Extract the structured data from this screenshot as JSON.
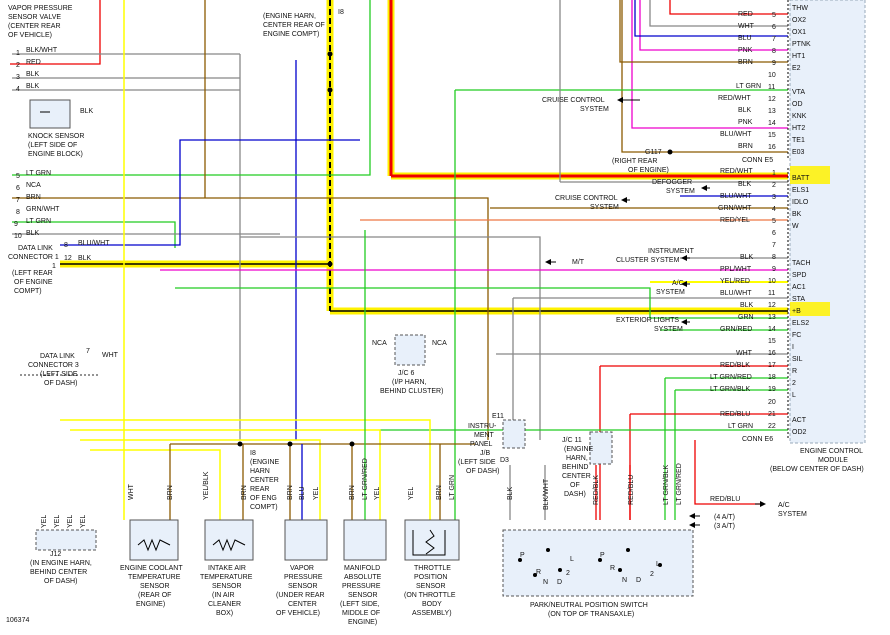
{
  "top_left": [
    "VAPOR PRESSURE",
    "SENSOR VALVE",
    "(CENTER REAR",
    "OF VEHICLE)"
  ],
  "top_mid": [
    "(ENGINE HARN,",
    "CENTER REAR OF",
    "ENGINE COMPT)"
  ],
  "top_mid_tag": "I8",
  "knock": {
    "wire": "BLK",
    "label": [
      "KNOCK SENSOR",
      "(LEFT SIDE OF",
      "ENGINE BLOCK)"
    ],
    "rows": [
      {
        "num": "1",
        "color": "BLK/WHT"
      },
      {
        "num": "2",
        "color": "RED"
      },
      {
        "num": "3",
        "color": "BLK"
      },
      {
        "num": "4",
        "color": "BLK"
      }
    ]
  },
  "dlc1": {
    "rows": [
      {
        "num": "5",
        "color": "LT GRN"
      },
      {
        "num": "6",
        "color": "NCA"
      },
      {
        "num": "7",
        "color": "BRN"
      },
      {
        "num": "8",
        "color": "GRN/WHT"
      },
      {
        "num": "9",
        "color": "LT GRN"
      },
      {
        "num": "10",
        "color": "BLK"
      }
    ],
    "label": [
      "DATA LINK",
      "CONNECTOR 1",
      "(LEFT REAR",
      "OF ENGINE",
      "COMPT)"
    ],
    "pins": [
      {
        "num": "8",
        "color": "BLU/WHT"
      },
      {
        "num": "12",
        "color": "BLK"
      },
      {
        "num": "1",
        "color": ""
      }
    ]
  },
  "dlc3": {
    "label": [
      "DATA LINK",
      "CONNECTOR 3",
      "(LEFT SIDE",
      "OF DASH)"
    ],
    "pin": "7",
    "color": "WHT"
  },
  "jc6": {
    "nca1": "NCA",
    "nca2": "NCA",
    "label": [
      "J/C 6",
      "(I/P HARN,",
      "BEHIND CLUSTER)"
    ]
  },
  "i8": {
    "tag": "I8",
    "label": [
      "(ENGINE",
      "HARN",
      "CENTER",
      "REAR",
      "OF ENG",
      "COMPT)"
    ]
  },
  "ecm_a": {
    "rows": [
      {
        "color": "RED",
        "num": "5",
        "name": "OX2"
      },
      {
        "color": "WHT",
        "num": "6",
        "name": "OX1"
      },
      {
        "color": "BLU",
        "num": "7",
        "name": "PTNK"
      },
      {
        "color": "PNK",
        "num": "8",
        "name": "HT1"
      },
      {
        "color": "BRN",
        "num": "9",
        "name": "E2"
      },
      {
        "color": "",
        "num": "10",
        "name": ""
      },
      {
        "color": "LT GRN",
        "num": "11",
        "name": "VTA"
      },
      {
        "color": "RED/WHT",
        "num": "12",
        "name": "OD"
      },
      {
        "color": "BLK",
        "num": "13",
        "name": "KNK"
      },
      {
        "color": "PNK",
        "num": "14",
        "name": "HT2"
      },
      {
        "color": "BLU/WHT",
        "num": "15",
        "name": "TE1"
      },
      {
        "color": "BRN",
        "num": "16",
        "name": "E03"
      }
    ],
    "top_name": "THW",
    "conn": "CONN E5"
  },
  "ecm_b": {
    "rows": [
      {
        "color": "RED/WHT",
        "num": "1",
        "name": "BATT"
      },
      {
        "color": "BLK",
        "num": "2",
        "name": "ELS1"
      },
      {
        "color": "BLU/WHT",
        "num": "3",
        "name": "IDLO"
      },
      {
        "color": "GRN/WHT",
        "num": "4",
        "name": "BK"
      },
      {
        "color": "RED/YEL",
        "num": "5",
        "name": "W"
      },
      {
        "color": "",
        "num": "6",
        "name": ""
      },
      {
        "color": "",
        "num": "7",
        "name": ""
      },
      {
        "color": "BLK",
        "num": "8",
        "name": "TACH"
      },
      {
        "color": "PPL/WHT",
        "num": "9",
        "name": "SPD"
      },
      {
        "color": "YEL/RED",
        "num": "10",
        "name": "AC1"
      },
      {
        "color": "BLU/WHT",
        "num": "11",
        "name": "STA"
      },
      {
        "color": "BLK",
        "num": "12",
        "name": "+B"
      },
      {
        "color": "GRN",
        "num": "13",
        "name": "ELS2"
      },
      {
        "color": "GRN/RED",
        "num": "14",
        "name": "FC"
      },
      {
        "color": "",
        "num": "15",
        "name": "I"
      },
      {
        "color": "WHT",
        "num": "16",
        "name": "SIL"
      },
      {
        "color": "RED/BLK",
        "num": "17",
        "name": "R"
      },
      {
        "color": "LT GRN/RED",
        "num": "18",
        "name": "2"
      },
      {
        "color": "LT GRN/BLK",
        "num": "19",
        "name": "L"
      },
      {
        "color": "",
        "num": "20",
        "name": ""
      },
      {
        "color": "RED/BLU",
        "num": "21",
        "name": "ACT"
      },
      {
        "color": "LT GRN",
        "num": "22",
        "name": "OD2"
      }
    ],
    "conn": "CONN E6"
  },
  "ecm_label": [
    "ENGINE CONTROL",
    "MODULE",
    "(BELOW CENTER OF DASH)"
  ],
  "g117": {
    "name": "G117",
    "label": [
      "(RIGHT REAR",
      "OF ENGINE)"
    ]
  },
  "refs": {
    "cruise1": [
      "CRUISE CONTROL",
      "SYSTEM"
    ],
    "defogger": [
      "DEFOGGER",
      "SYSTEM"
    ],
    "cruise2": [
      "CRUISE CONTROL",
      "SYSTEM"
    ],
    "mt": "M/T",
    "cluster": [
      "INSTRUMENT",
      "CLUSTER SYSTEM"
    ],
    "ac": [
      "A/C",
      "SYSTEM"
    ],
    "ext": [
      "EXTERIOR LIGHTS",
      "SYSTEM"
    ],
    "ac2": [
      "A/C",
      "SYSTEM"
    ],
    "ac2_wire": "RED/BLU",
    "at4": "(4 A/T)",
    "at3": "(3 A/T)"
  },
  "sensors": {
    "j12": [
      "J12",
      "(IN ENGINE HARN,",
      "BEHIND CENTER",
      "OF DASH)"
    ],
    "ect": [
      "ENGINE COOLANT",
      "TEMPERATURE",
      "SENSOR",
      "(REAR OF",
      "ENGINE)"
    ],
    "iat": [
      "INTAKE AIR",
      "TEMPERATURE",
      "SENSOR",
      "(IN AIR",
      "CLEANER",
      "BOX)"
    ],
    "vps": [
      "VAPOR",
      "PRESSURE",
      "SENSOR",
      "(UNDER REAR",
      "CENTER",
      "OF VEHICLE)"
    ],
    "map": [
      "MANIFOLD",
      "ABSOLUTE",
      "PRESSURE",
      "SENSOR",
      "(LEFT SIDE,",
      "MIDDLE OF",
      "ENGINE)"
    ],
    "tps": [
      "THROTTLE",
      "POSITION",
      "SENSOR",
      "(ON THROTTLE",
      "BODY",
      "ASSEMBLY)"
    ],
    "pnsw": [
      "PARK/NEUTRAL POSITION SWITCH",
      "(ON TOP OF TRANSAXLE)"
    ],
    "instr": [
      "INSTRU-",
      "MENT",
      "PANEL",
      "J/B",
      "(LEFT SIDE",
      "OF DASH)"
    ],
    "e11": "E11",
    "d3": "D3",
    "jc11": [
      "J/C 11",
      "(ENGINE",
      "HARN,",
      "BEHIND",
      "CENTER",
      "OF",
      "DASH)"
    ]
  },
  "wire_labels": {
    "ect": [
      "WHT",
      "BRN"
    ],
    "iat": [
      "YEL/BLK",
      "BRN"
    ],
    "vps": [
      "BRN",
      "BLU",
      "YEL"
    ],
    "map": [
      "BRN",
      "LT GRN/RED",
      "YEL"
    ],
    "tps": [
      "YEL",
      "BRN",
      "LT GRN"
    ],
    "j12": [
      "YEL",
      "YEL",
      "YEL",
      "YEL"
    ],
    "pn": [
      "BLK",
      "BLK/WHT",
      "RED/BLK",
      "RED/BLU",
      "LT GRN/BLK",
      "LT GRN/RED"
    ]
  },
  "switch_pos_left": [
    "P",
    "R",
    "N",
    "D",
    "2",
    "L"
  ],
  "switch_pos_right": [
    "P",
    "R",
    "N",
    "D",
    "2",
    "L"
  ],
  "doc_id": "106374",
  "highlight_color": "#fff200"
}
